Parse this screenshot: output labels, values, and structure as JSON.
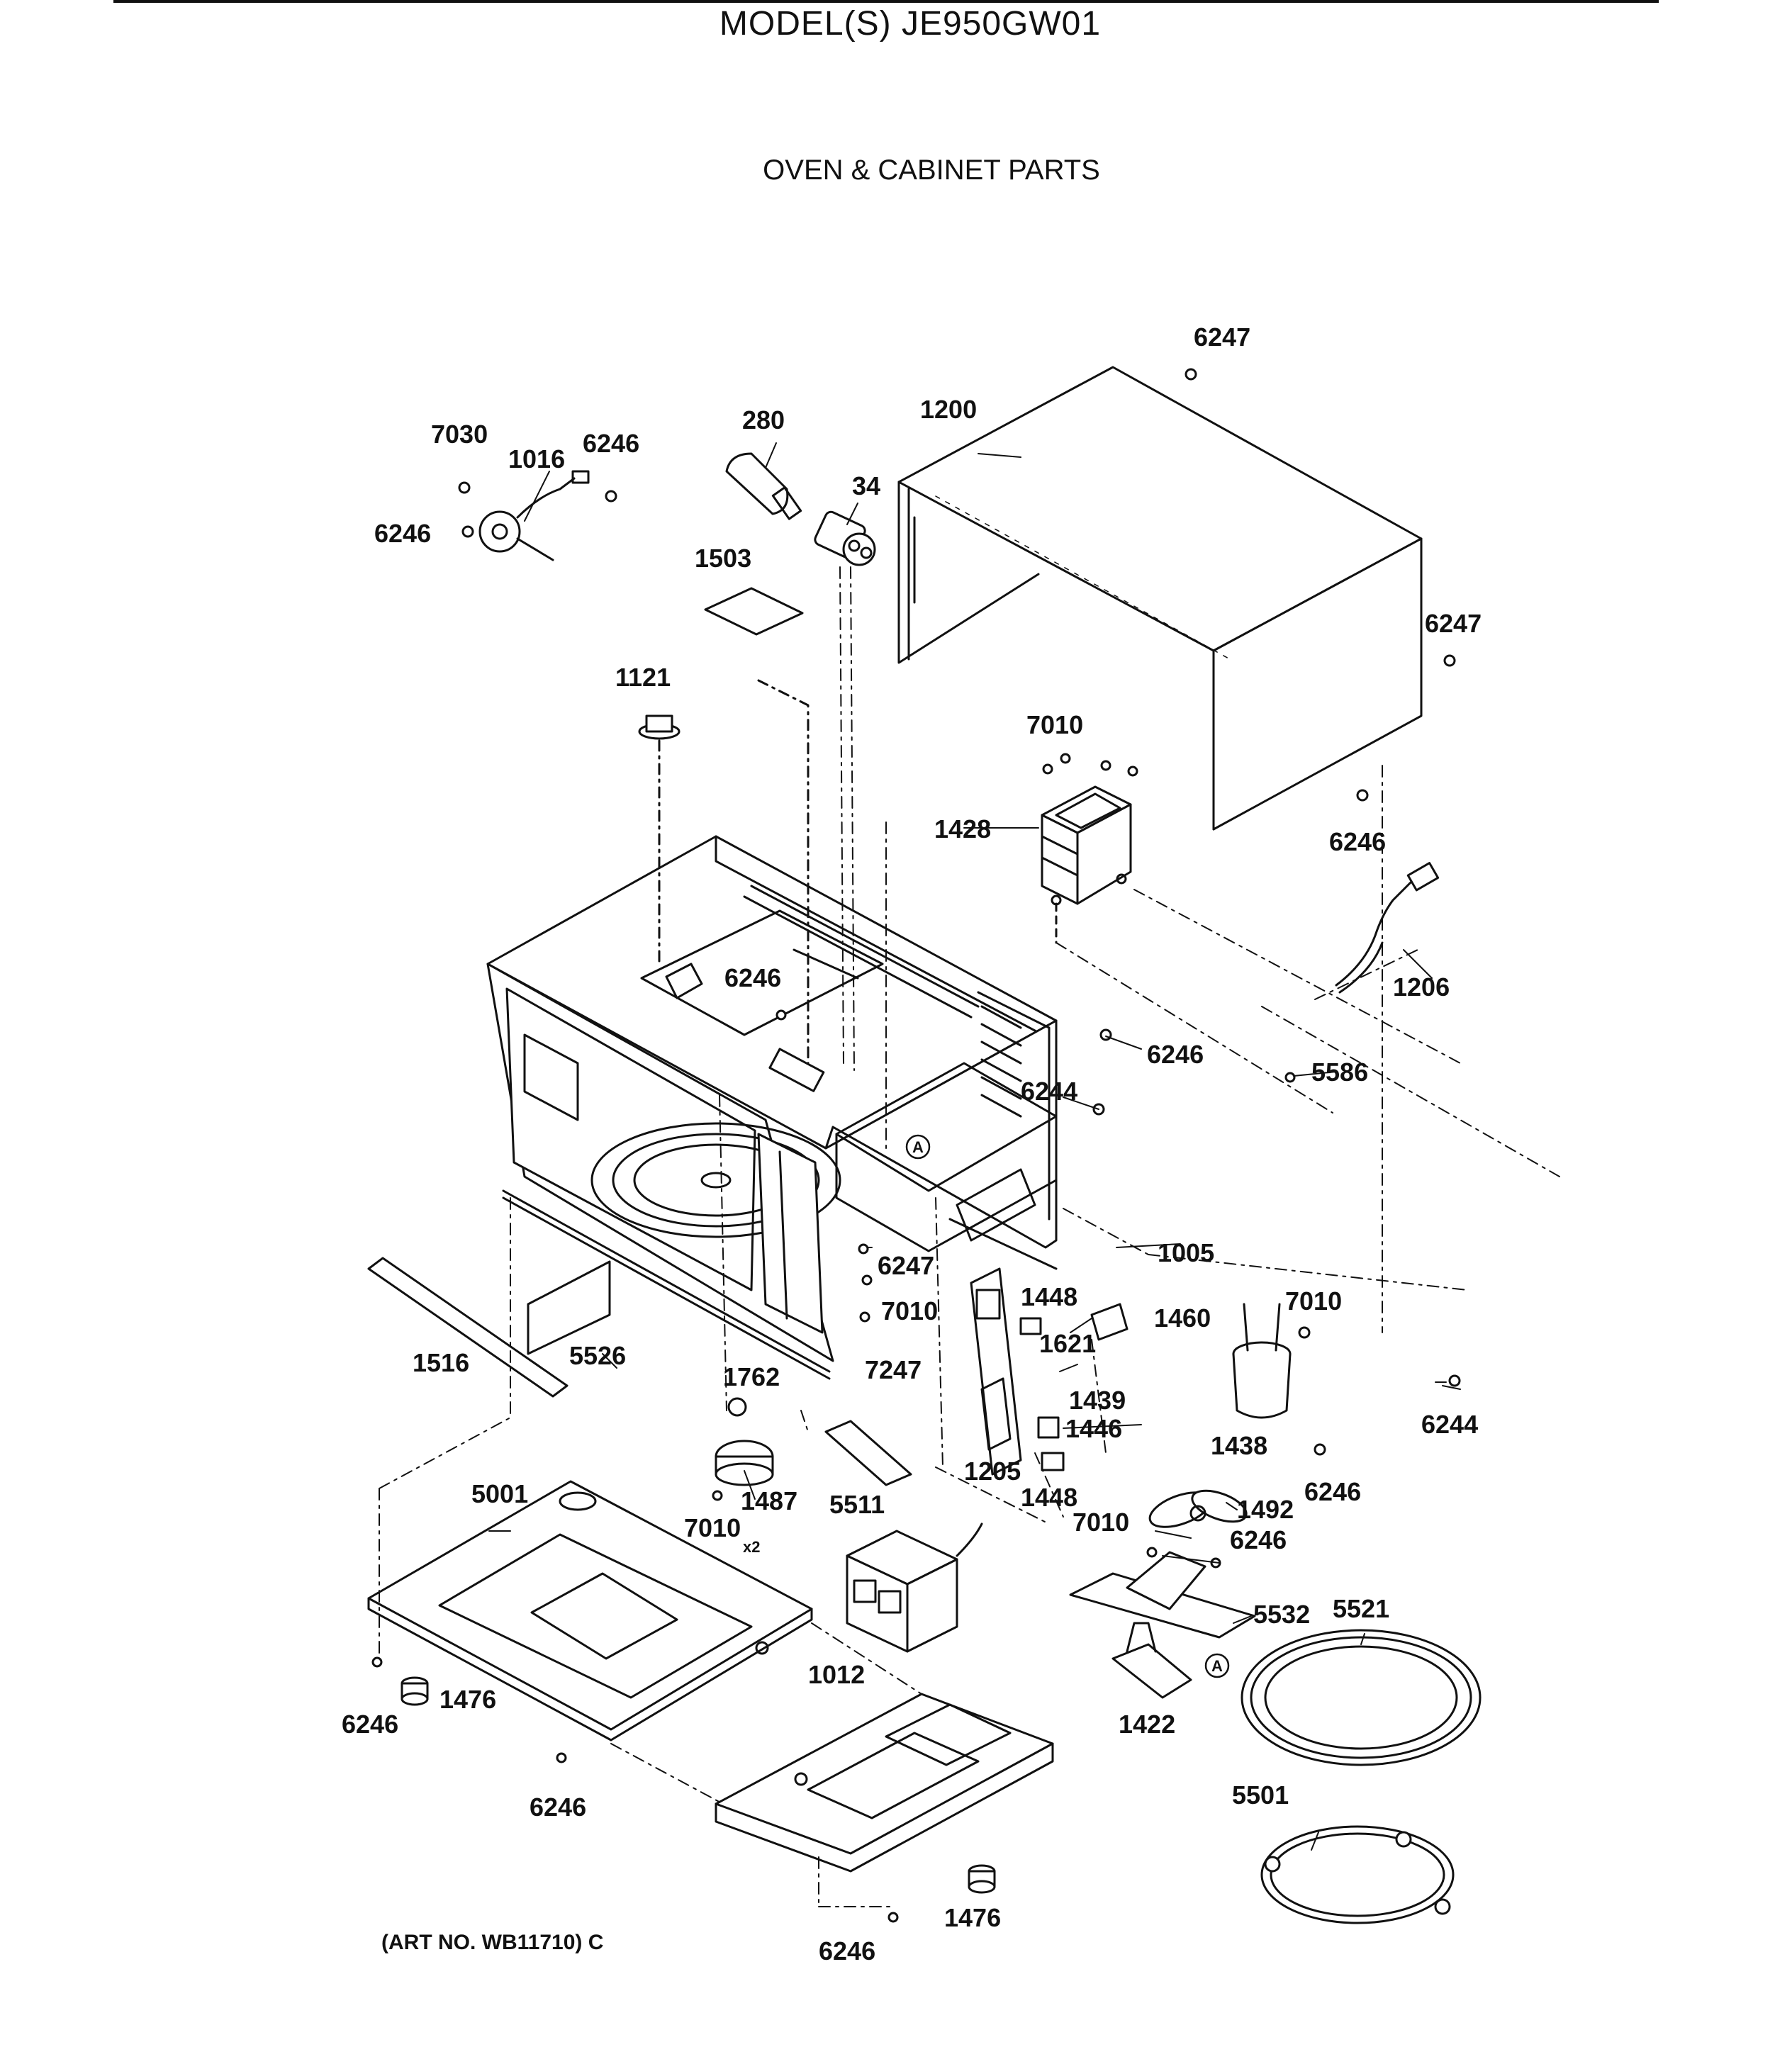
{
  "header": {
    "model": "MODEL(S) JE950GW01",
    "section": "OVEN & CABINET PARTS"
  },
  "footer": {
    "art_no": "(ART NO. WB11710) C"
  },
  "callout_marker": "A",
  "parts": [
    {
      "key": "p6247a",
      "label": "6247"
    },
    {
      "key": "p1200",
      "label": "1200"
    },
    {
      "key": "p280",
      "label": "280"
    },
    {
      "key": "p7030",
      "label": "7030"
    },
    {
      "key": "p1016",
      "label": "1016"
    },
    {
      "key": "p6246a",
      "label": "6246"
    },
    {
      "key": "p6246b",
      "label": "6246"
    },
    {
      "key": "p34",
      "label": "34"
    },
    {
      "key": "p1503",
      "label": "1503"
    },
    {
      "key": "p6247b",
      "label": "6247"
    },
    {
      "key": "p1121",
      "label": "1121"
    },
    {
      "key": "p7010a",
      "label": "7010"
    },
    {
      "key": "p1428",
      "label": "1428"
    },
    {
      "key": "p6246c",
      "label": "6246"
    },
    {
      "key": "p1206",
      "label": "1206"
    },
    {
      "key": "p6246d",
      "label": "6246"
    },
    {
      "key": "p6246e",
      "label": "6246"
    },
    {
      "key": "p5586",
      "label": "5586"
    },
    {
      "key": "p6244a",
      "label": "6244"
    },
    {
      "key": "p1005",
      "label": "1005"
    },
    {
      "key": "p6247c",
      "label": "6247"
    },
    {
      "key": "p1448a",
      "label": "1448"
    },
    {
      "key": "p7010b",
      "label": "7010"
    },
    {
      "key": "p7010c",
      "label": "7010"
    },
    {
      "key": "p1460",
      "label": "1460"
    },
    {
      "key": "p1621",
      "label": "1621"
    },
    {
      "key": "p1516",
      "label": "1516"
    },
    {
      "key": "p5526",
      "label": "5526"
    },
    {
      "key": "p7247",
      "label": "7247"
    },
    {
      "key": "p1762",
      "label": "1762"
    },
    {
      "key": "p1439",
      "label": "1439"
    },
    {
      "key": "p6244b",
      "label": "6244"
    },
    {
      "key": "p1446",
      "label": "1446"
    },
    {
      "key": "p1438",
      "label": "1438"
    },
    {
      "key": "p1205",
      "label": "1205"
    },
    {
      "key": "p6246f",
      "label": "6246"
    },
    {
      "key": "p5001",
      "label": "5001"
    },
    {
      "key": "p1487",
      "label": "1487"
    },
    {
      "key": "p5511",
      "label": "5511"
    },
    {
      "key": "p1448b",
      "label": "1448"
    },
    {
      "key": "p1492",
      "label": "1492"
    },
    {
      "key": "p7010d",
      "label": "7010"
    },
    {
      "key": "p7010e",
      "label": "7010"
    },
    {
      "key": "p6246g",
      "label": "6246"
    },
    {
      "key": "p5532",
      "label": "5532"
    },
    {
      "key": "p5521",
      "label": "5521"
    },
    {
      "key": "p1012",
      "label": "1012"
    },
    {
      "key": "p1476a",
      "label": "1476"
    },
    {
      "key": "p6246h",
      "label": "6246"
    },
    {
      "key": "p1422",
      "label": "1422"
    },
    {
      "key": "p6246i",
      "label": "6246"
    },
    {
      "key": "p5501",
      "label": "5501"
    },
    {
      "key": "p1476b",
      "label": "1476"
    },
    {
      "key": "p6246j",
      "label": "6246"
    }
  ],
  "notes": {
    "x2": "x2"
  }
}
